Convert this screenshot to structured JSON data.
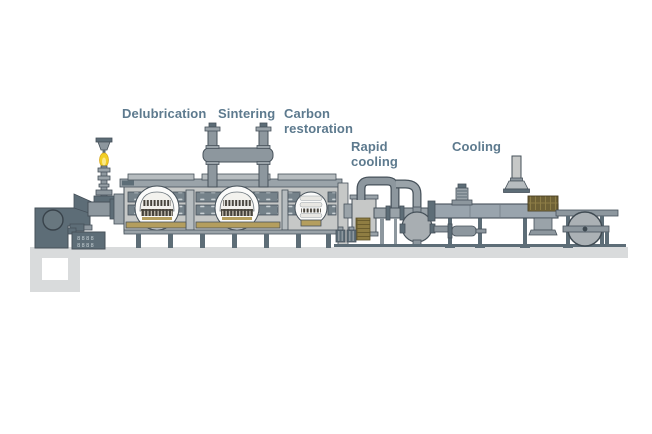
{
  "diagram": {
    "process_labels": {
      "delubrication": "Delubrication",
      "sintering": "Sintering",
      "carbon_restoration": {
        "line1": "Carbon",
        "line2": "restoration"
      },
      "rapid_cooling": {
        "line1": "Rapid",
        "line2": "cooling"
      },
      "cooling": "Cooling"
    },
    "control_box_display": {
      "row1": "8888",
      "row2": "8888"
    },
    "colors": {
      "label_text": "#5d7a8e",
      "outline": "#46515a",
      "dark_slate": "#5d6d77",
      "machine_gray": "#8d979e",
      "machine_mid": "#9aa3a9",
      "furnace_body": "#c6c8c7",
      "furnace_trim": "#b6bcbf",
      "brick": "#75828a",
      "hearth_tan": "#b49e5e",
      "flame_yellow": "#f2cf25",
      "flame_core": "#fbe98a",
      "crate_olive": "#6e6136",
      "radiator_olive": "#8f7d42",
      "floor": "#d9dbdc",
      "wheel_gray": "#abb1b5",
      "element_dark": "#45423b",
      "display_text": "#c3cdd2"
    }
  }
}
